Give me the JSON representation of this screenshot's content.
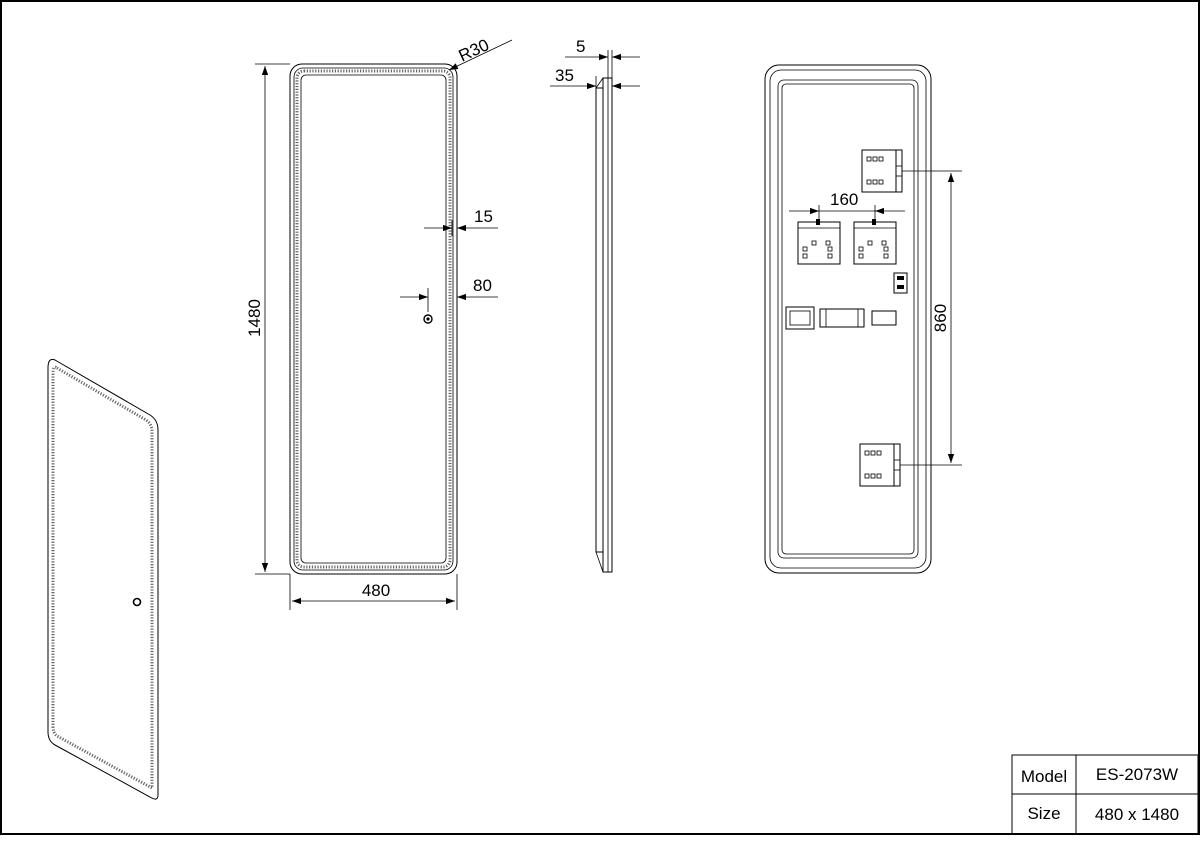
{
  "dimensions": {
    "radius": "R30",
    "height": "1480",
    "width": "480",
    "led_inset": "15",
    "switch_offset": "80",
    "glass_thickness": "5",
    "depth": "35",
    "bracket_spacing": "160",
    "hanger_spacing": "860"
  },
  "title_block": {
    "model_label": "Model",
    "model_value": "ES-2073W",
    "size_label": "Size",
    "size_value": "480 x 1480"
  }
}
